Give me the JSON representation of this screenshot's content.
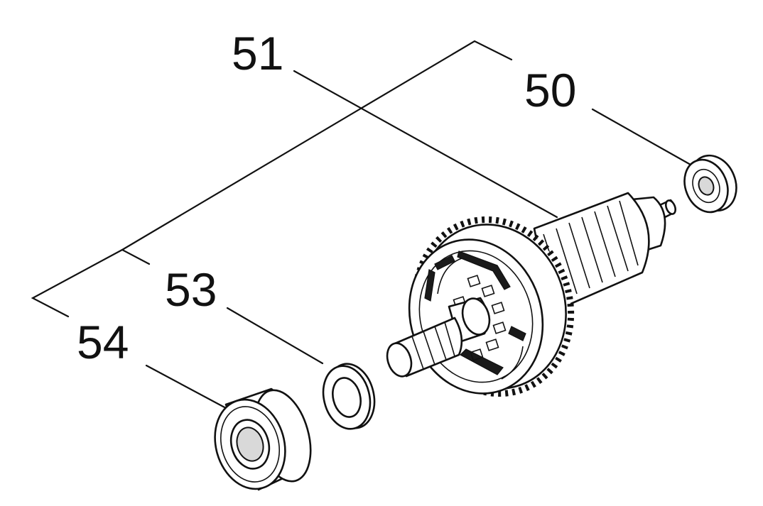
{
  "callouts": [
    {
      "id": "51",
      "text": "51"
    },
    {
      "id": "50",
      "text": "50"
    },
    {
      "id": "53",
      "text": "53"
    },
    {
      "id": "54",
      "text": "54"
    }
  ]
}
